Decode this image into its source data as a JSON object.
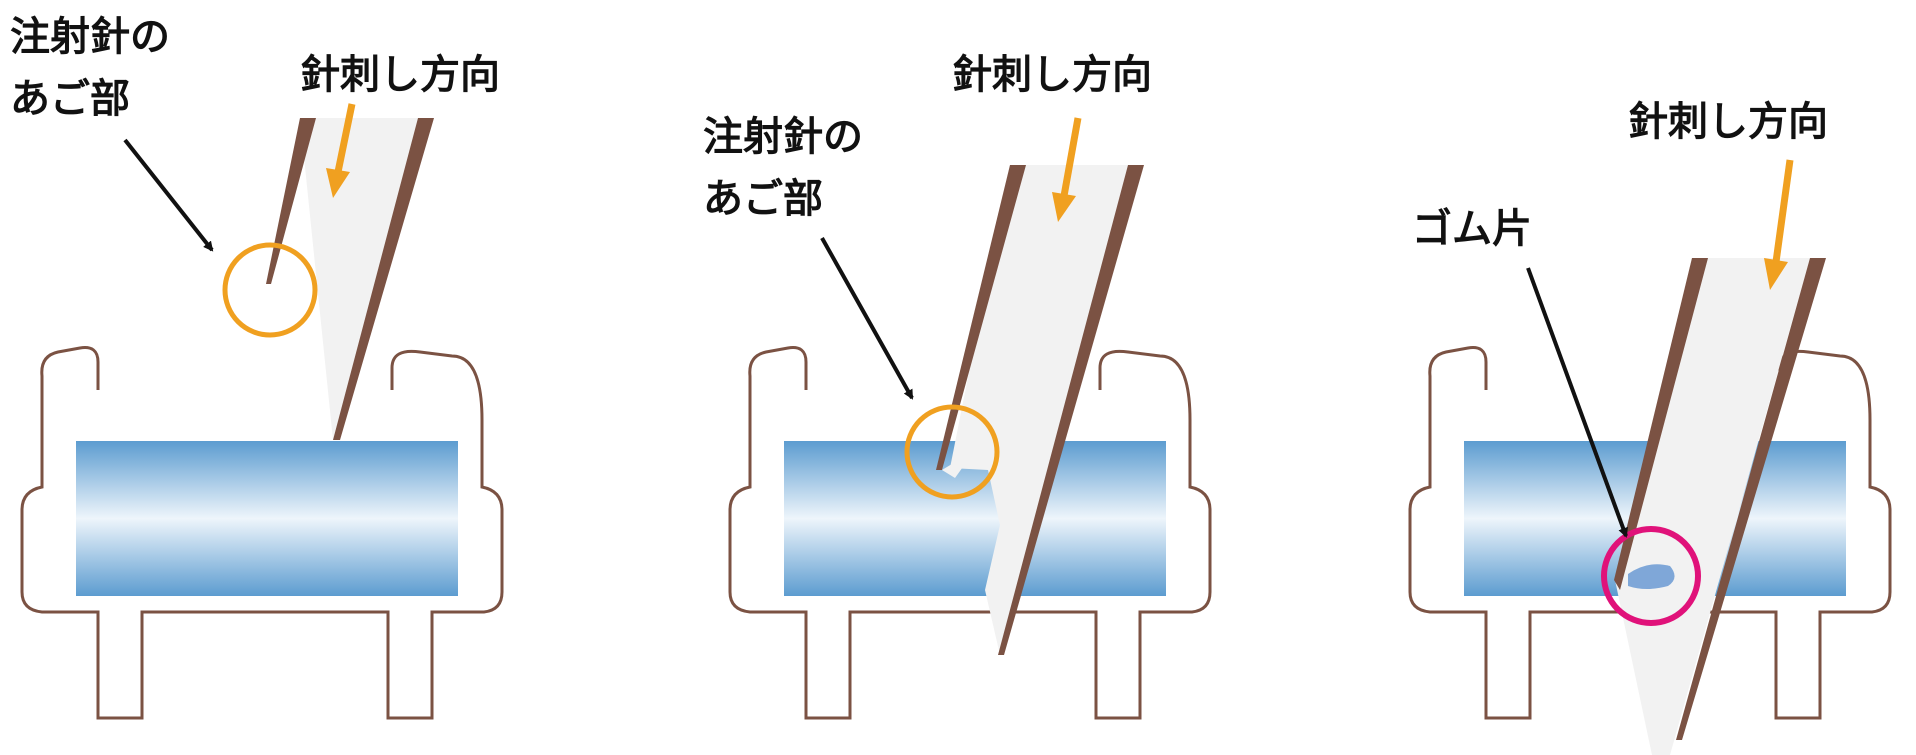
{
  "panels": [
    {
      "direction_label": "針刺し方向",
      "callout_label": [
        "注射針の",
        "あご部"
      ]
    },
    {
      "direction_label": "針刺し方向",
      "callout_label": [
        "注射針の",
        "あご部"
      ]
    },
    {
      "direction_label": "針刺し方向",
      "callout_label": [
        "ゴム片"
      ]
    }
  ],
  "colors": {
    "needle_wall": "#7b5243",
    "needle_body": "#f2f2f2",
    "frame_outline": "#7b5243",
    "rubber_blue": "#5c9cd0",
    "rubber_light": "#eef5fb",
    "arrow_orange": "#f0a020",
    "highlight_orange": "#f0a020",
    "highlight_magenta": "#e0127a",
    "pointer_arrow": "#111111",
    "rubber_fragment": "#7fa7d8"
  }
}
